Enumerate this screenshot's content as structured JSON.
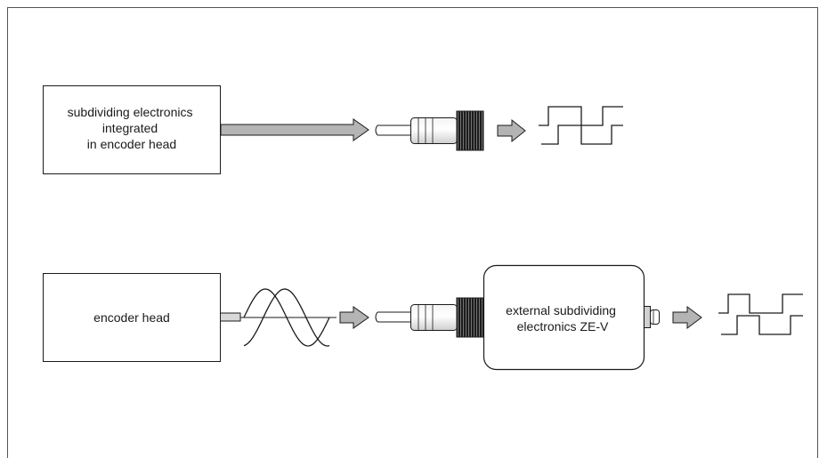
{
  "diagram": {
    "top_row": {
      "box_label_lines": [
        "subdividing electronics",
        "integrated",
        "in encoder head"
      ]
    },
    "bottom_row": {
      "box_label": "encoder head",
      "external_unit_label_lines": [
        "external subdividing",
        "electronics ZE-V"
      ]
    }
  },
  "colors": {
    "stroke": "#1a1a1a",
    "arrow_fill": "#b4b4b4",
    "connector_dark": "#1c1c1c",
    "frame": "#555555"
  }
}
